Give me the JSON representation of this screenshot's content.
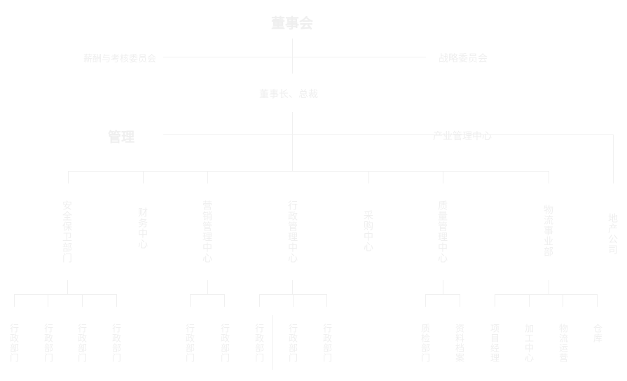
{
  "board": {
    "title": "董事会"
  },
  "committees": {
    "left": "薪酬与考核委员会",
    "right": "战略委员会"
  },
  "chairman": {
    "label": "董事长、总裁"
  },
  "hq": {
    "label": "管理",
    "right": "产业管理中心"
  },
  "departments": [
    {
      "label": "安全保卫部门"
    },
    {
      "label": "财务中心"
    },
    {
      "label": "营销管理中心"
    },
    {
      "label": "行政管理中心"
    },
    {
      "label": "采购中心"
    },
    {
      "label": "质量管理中心"
    },
    {
      "label": "物流事业部"
    },
    {
      "label": "地产公司"
    }
  ],
  "sub_units": [
    {
      "label": "行政部门"
    },
    {
      "label": "行政部门"
    },
    {
      "label": "行政部门"
    },
    {
      "label": "行政部门"
    },
    {
      "label": "行政部门"
    },
    {
      "label": "行政部门"
    },
    {
      "label": "行政部门"
    },
    {
      "label": "行政部门"
    },
    {
      "label": "行政部门"
    },
    {
      "label": "质检部门"
    },
    {
      "label": "资料档案"
    },
    {
      "label": "项目经理"
    },
    {
      "label": "加工中心"
    },
    {
      "label": "物流运营"
    },
    {
      "label": "仓库"
    }
  ]
}
